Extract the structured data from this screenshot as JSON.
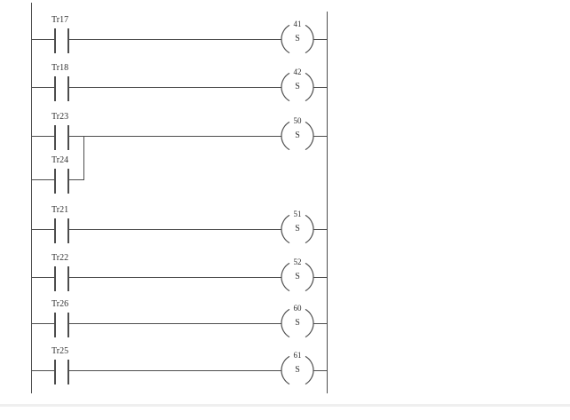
{
  "diagram": {
    "rungs": [
      {
        "contact_label": "Tr17",
        "coil": {
          "number": "41",
          "letter": "S"
        }
      },
      {
        "contact_label": "Tr18",
        "coil": {
          "number": "42",
          "letter": "S"
        }
      },
      {
        "contact_label": "Tr23",
        "parallel_contact_label": "Tr24",
        "coil": {
          "number": "50",
          "letter": "S"
        }
      },
      {
        "contact_label": "Tr21",
        "coil": {
          "number": "51",
          "letter": "S"
        }
      },
      {
        "contact_label": "Tr22",
        "coil": {
          "number": "52",
          "letter": "S"
        }
      },
      {
        "contact_label": "Tr26",
        "coil": {
          "number": "60",
          "letter": "S"
        }
      },
      {
        "contact_label": "Tr25",
        "coil": {
          "number": "61",
          "letter": "S"
        }
      }
    ],
    "colors": {
      "line": "#4d4d4d",
      "text": "#303030",
      "background": "#ffffff"
    }
  }
}
